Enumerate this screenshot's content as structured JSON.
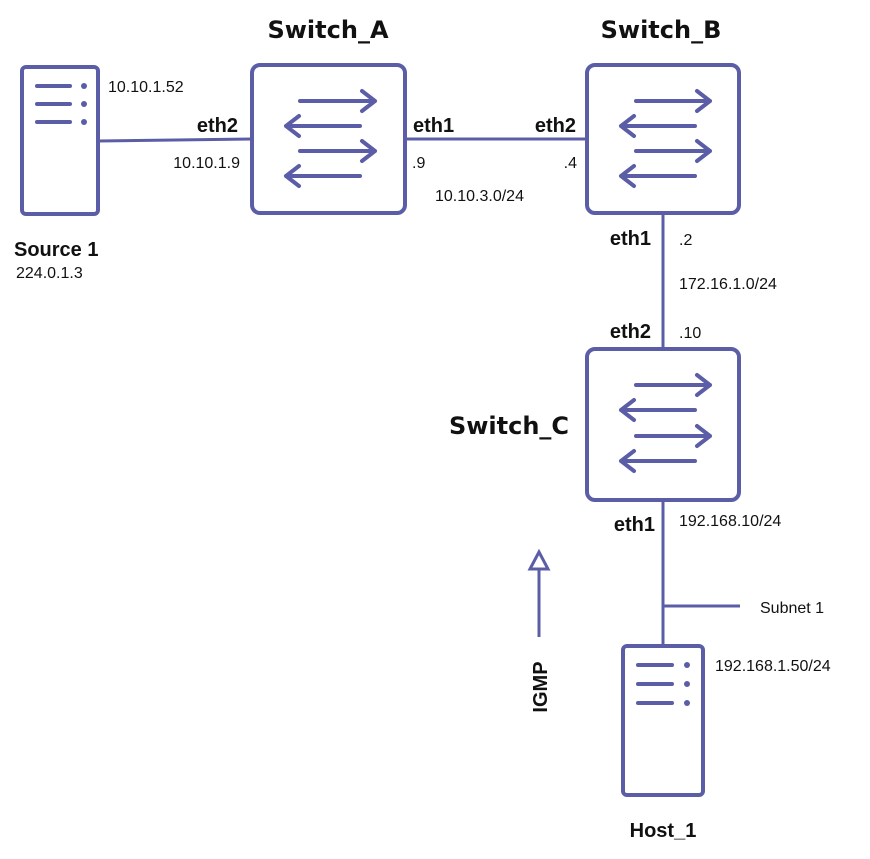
{
  "nodes": {
    "source1": {
      "name": "Source 1",
      "group_addr": "224.0.1.3",
      "ip": "10.10.1.52"
    },
    "switch_a": {
      "name": "Switch_A",
      "eth2_label": "eth2",
      "eth2_ip": "10.10.1.9",
      "eth1_label": "eth1",
      "eth1_ip": ".9"
    },
    "switch_b": {
      "name": "Switch_B",
      "eth2_label": "eth2",
      "eth2_ip": ".4",
      "eth1_label": "eth1",
      "eth1_ip": ".2"
    },
    "switch_c": {
      "name": "Switch_C",
      "eth2_label": "eth2",
      "eth2_ip": ".10",
      "eth1_label": "eth1",
      "eth1_ip": "192.168.10/24"
    },
    "host1": {
      "name": "Host_1",
      "ip": "192.168.1.50/24"
    }
  },
  "links": {
    "ab_subnet": "10.10.3.0/24",
    "bc_subnet": "172.16.1.0/24",
    "subnet1": "Subnet 1"
  },
  "igmp": {
    "label": "IGMP"
  },
  "colors": {
    "accent": "#5b5ea6",
    "text": "#111111"
  }
}
